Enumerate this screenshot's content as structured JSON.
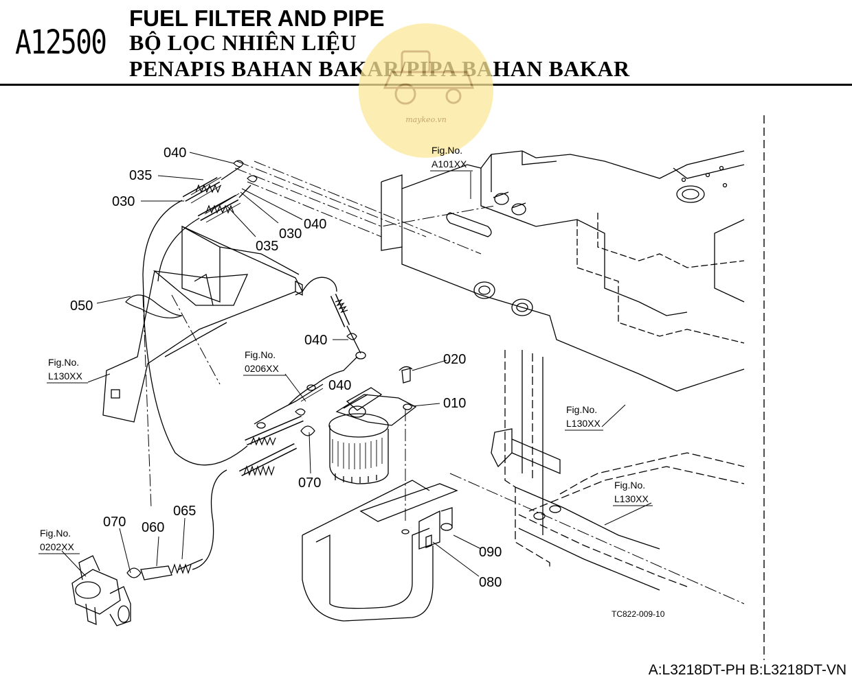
{
  "header": {
    "code": "A12500",
    "title_en": "FUEL FILTER AND PIPE",
    "title_vi": "BỘ LỌC NHIÊN LIỆU",
    "title_ms": "PENAPIS BAHAN BAKAR/PIPA BAHAN BAKAR"
  },
  "watermark": {
    "text": "maykeo.vn",
    "color": "#fbe79a"
  },
  "callouts": {
    "c040_top": "040",
    "c035_top": "035",
    "c030_top": "030",
    "c030_mid": "030",
    "c040_mid": "040",
    "c035_mid": "035",
    "c050": "050",
    "c040_low": "040",
    "c020": "020",
    "c040_f": "040",
    "c010": "010",
    "c070_a": "070",
    "c070_b": "070",
    "c060": "060",
    "c065": "065",
    "c090": "090",
    "c080": "080"
  },
  "fig_refs": {
    "a101": {
      "label": "Fig.No.",
      "number": "A101XX"
    },
    "l130_left": {
      "label": "Fig.No.",
      "number": "L130XX"
    },
    "f0206": {
      "label": "Fig.No.",
      "number": "0206XX"
    },
    "l130_mid": {
      "label": "Fig.No.",
      "number": "L130XX"
    },
    "l130_low": {
      "label": "Fig.No.",
      "number": "L130XX"
    },
    "f0202": {
      "label": "Fig.No.",
      "number": "0202XX"
    }
  },
  "drawing_code": "TC822-009-10",
  "footer": {
    "models": "A:L3218DT-PH B:L3218DT-VN"
  }
}
